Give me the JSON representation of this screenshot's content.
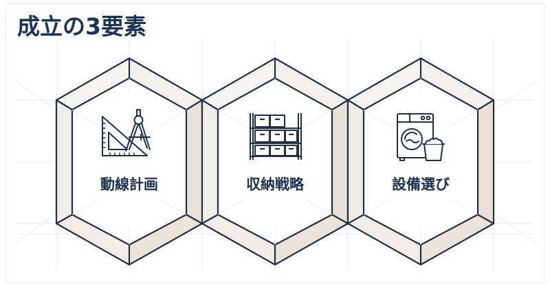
{
  "title": "成立の3要素",
  "colors": {
    "title": "#1a3458",
    "stroke": "#1e2f4a",
    "bevel_light": "#f4f1ec",
    "bevel_dark": "#e9e1d5",
    "grid": "#e8e8e8"
  },
  "elements": [
    {
      "label": "動線計画",
      "icon": "drafting-tools-icon"
    },
    {
      "label": "収納戦略",
      "icon": "storage-shelf-icon"
    },
    {
      "label": "設備選び",
      "icon": "washing-machine-icon"
    }
  ]
}
